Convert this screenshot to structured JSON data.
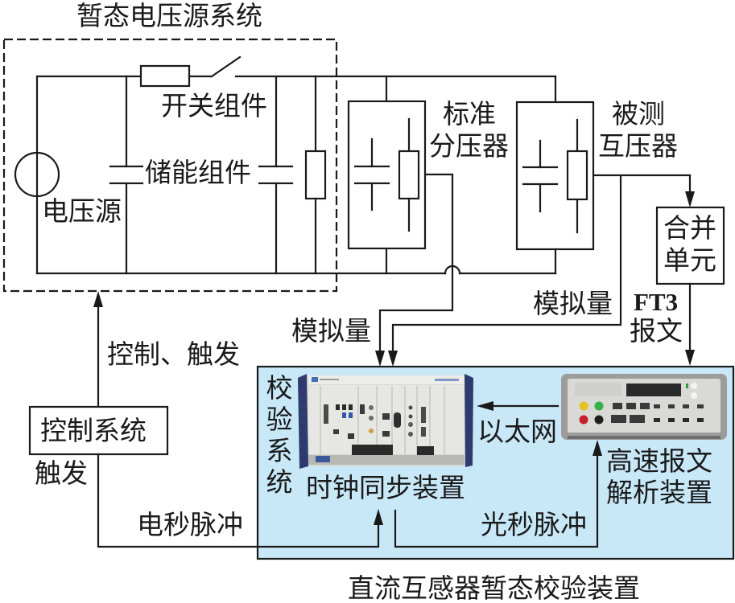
{
  "figure": {
    "caption": "直流互感器暂态校验装置"
  },
  "voltage_source_system": {
    "title": "暂态电压源系统",
    "switch_label": "开关组件",
    "storage_label": "储能组件",
    "source_label": "电压源"
  },
  "standard_divider": {
    "line1": "标准",
    "line2": "分压器"
  },
  "device_under_test": {
    "line1": "被测",
    "line2": "互压器"
  },
  "merging_unit": {
    "line1": "合并",
    "line2": "单元"
  },
  "signals": {
    "analog_left": "模拟量",
    "analog_right": "模拟量",
    "ft3_line1": "FT3",
    "ft3_line2": "报文",
    "control_trigger": "控制、触发",
    "trigger": "触发",
    "electrical_pps": "电秒脉冲",
    "optical_pps": "光秒脉冲",
    "ethernet": "以太网"
  },
  "control_system": {
    "label": "控制系统"
  },
  "verification_system": {
    "label": "校验系统",
    "clock_sync_label": "时钟同步装置",
    "analyzer_line1": "高速报文",
    "analyzer_line2": "解析装置"
  },
  "colors": {
    "line": "#1a1a1a",
    "panel_fill": "#c8e8f8",
    "background": "#ffffff",
    "chassis_rail": "#2d3b6e"
  }
}
